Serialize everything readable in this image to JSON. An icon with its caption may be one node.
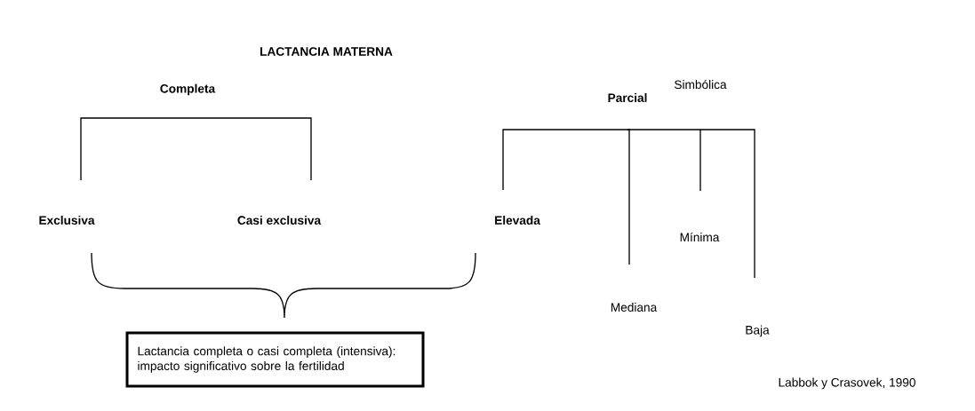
{
  "diagram": {
    "title": "LACTANCIA MATERNA",
    "nodes": [
      {
        "text": [
          "Completa"
        ]
      },
      {
        "text": [
          "Exclusiva"
        ]
      },
      {
        "text": [
          "Casi exclusiva"
        ]
      },
      {
        "text": [
          "Parcial"
        ]
      },
      {
        "text": [
          "Elevada"
        ]
      },
      {
        "text": [
          "Mediana"
        ]
      },
      {
        "text": [
          "Baja"
        ]
      },
      {
        "text": [
          "Simbólica"
        ]
      },
      {
        "text": [
          "Mínima"
        ]
      },
      {
        "text": [
          "Lactancia completa o casi completa (intensiva): impacto significativo sobre la fertilidad"
        ]
      }
    ],
    "edges": [
      {
        "from": 0,
        "to": 1,
        "arrow": "none"
      },
      {
        "from": 0,
        "to": 2,
        "arrow": "none"
      },
      {
        "from": 3,
        "to": 4,
        "arrow": "none"
      },
      {
        "from": 3,
        "to": 5,
        "arrow": "none"
      },
      {
        "from": 3,
        "to": 6,
        "arrow": "none"
      },
      {
        "from": 7,
        "to": 8,
        "arrow": "none"
      }
    ],
    "labels": [
      "Labbok y Crasovek, 1990"
    ]
  }
}
